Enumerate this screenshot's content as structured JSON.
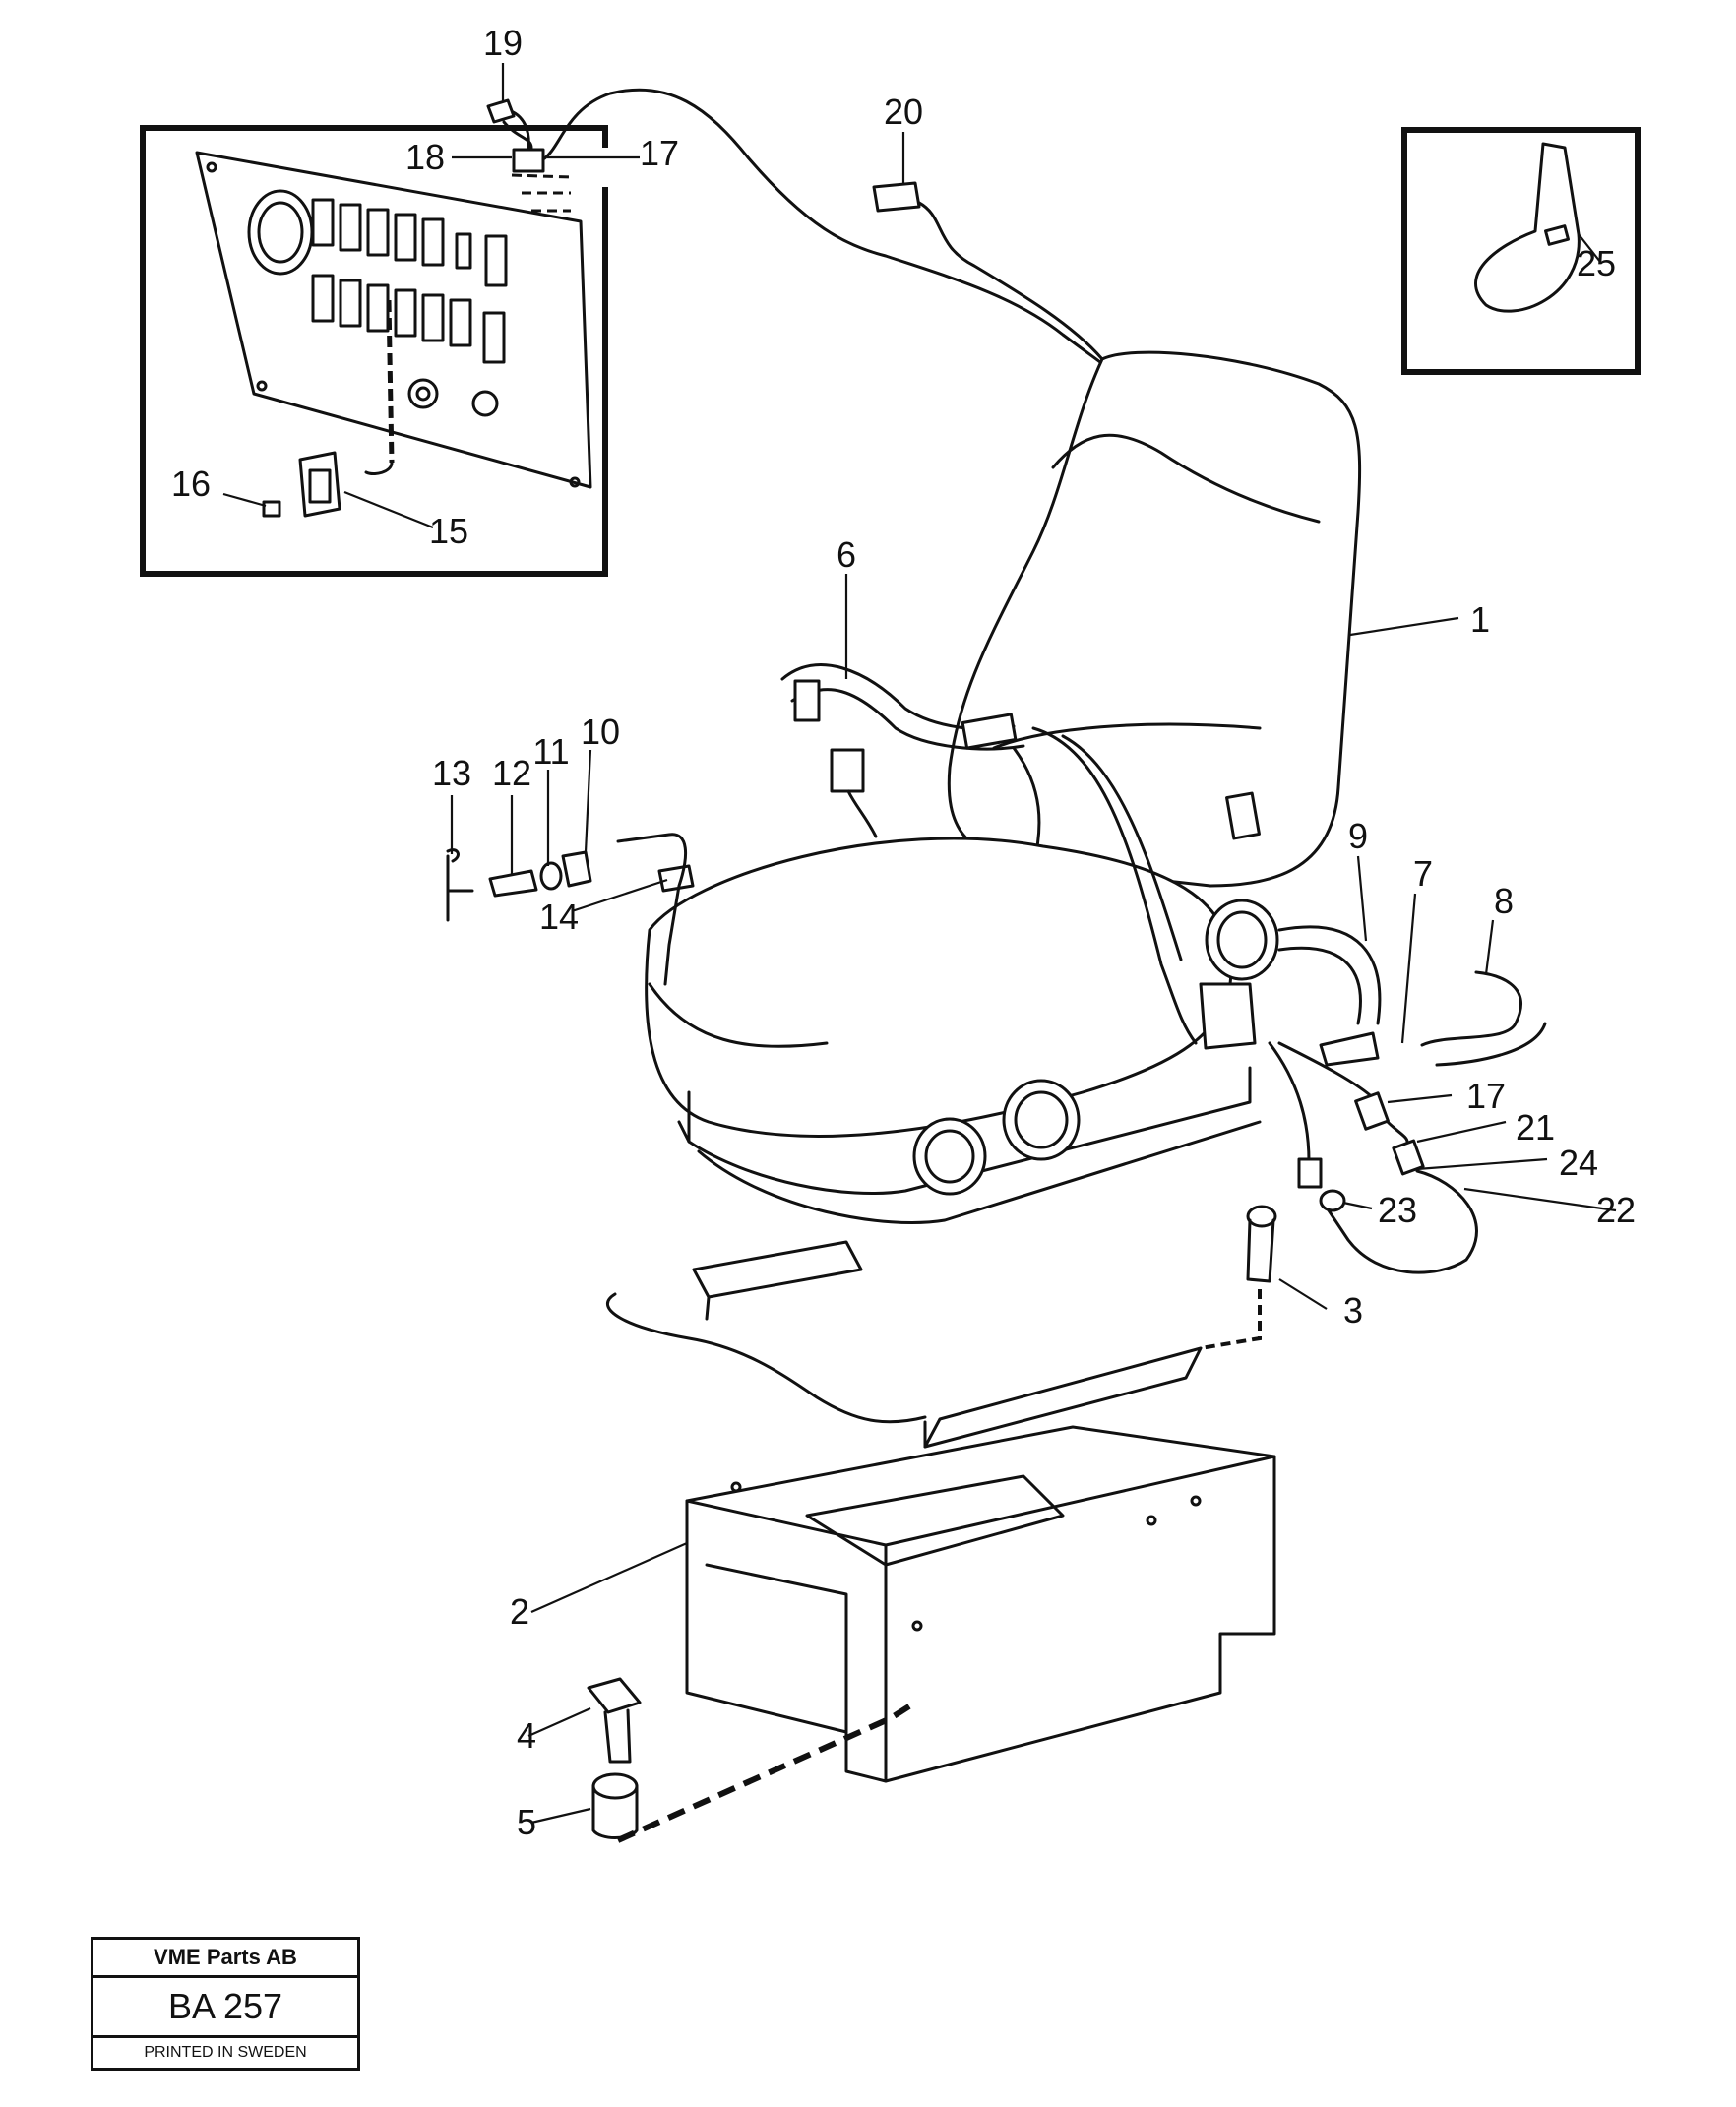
{
  "callouts": [
    "19",
    "18",
    "17",
    "20",
    "25",
    "16",
    "15",
    "6",
    "1",
    "13",
    "12",
    "11",
    "10",
    "14",
    "9",
    "7",
    "8",
    "17",
    "21",
    "24",
    "22",
    "23",
    "3",
    "2",
    "4",
    "5"
  ],
  "title_block": {
    "company": "VME Parts AB",
    "code": "BA 257",
    "printed": "PRINTED IN SWEDEN"
  }
}
